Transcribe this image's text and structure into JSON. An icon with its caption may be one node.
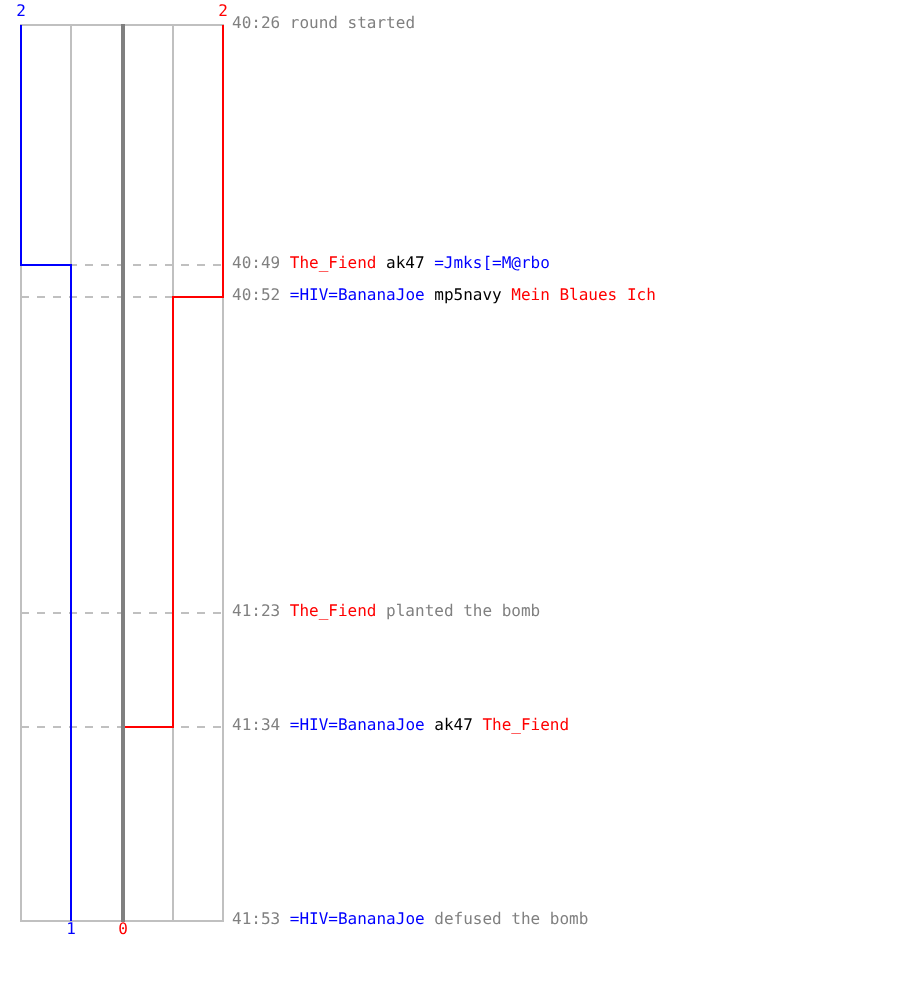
{
  "diagram": {
    "labels": [
      "2",
      "2",
      "40:26",
      "round started",
      "40:49",
      "The_Fiend",
      "ak47",
      "=Jmks[=M@rbo",
      "40:52",
      "=HIV=BananaJoe",
      "mp5navy",
      "Mein Blaues Ich",
      "41:23",
      "The_Fiend",
      "planted the bomb",
      "41:34",
      "=HIV=BananaJoe",
      "ak47",
      "The_Fiend",
      "1",
      "0",
      "41:53",
      "=HIV=BananaJoe",
      "defused the bomb"
    ]
  }
}
